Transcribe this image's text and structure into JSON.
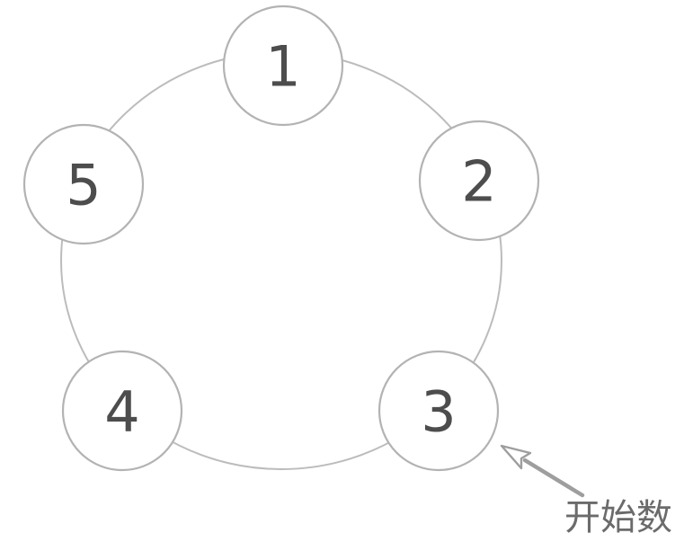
{
  "diagram": {
    "type": "circular-counting-diagram",
    "nodes": [
      {
        "label": "1"
      },
      {
        "label": "2"
      },
      {
        "label": "3"
      },
      {
        "label": "4"
      },
      {
        "label": "5"
      }
    ],
    "annotation": {
      "text": "开始数"
    },
    "colors": {
      "background": "#ffffff",
      "ring_stroke": "#bcbcbc",
      "circle_stroke": "#b3b3b3",
      "digit": "#4d4d4d",
      "annotation_text": "#6b6b6b",
      "arrow": "#9e9e9e"
    }
  }
}
